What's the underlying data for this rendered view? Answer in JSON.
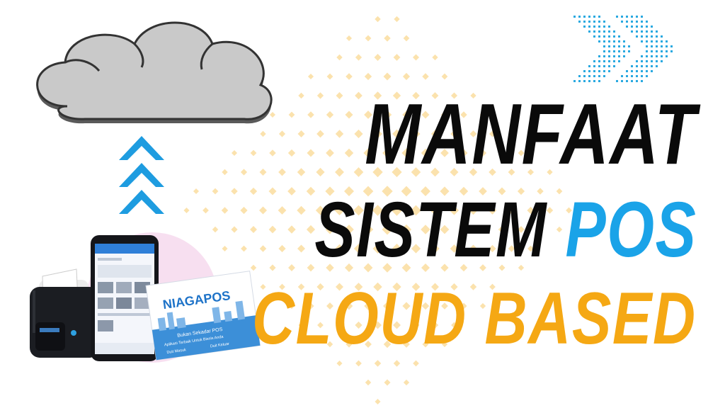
{
  "headline": {
    "line1": "MANFAAT",
    "line2_main": "SISTEM",
    "line2_accent": "POS",
    "line3": "CLOUD BASED"
  },
  "colors": {
    "dark_text": "#0a0a0a",
    "blue_accent": "#1aa3e8",
    "orange_accent": "#f5a814",
    "dot_pattern": "#fbe2ad",
    "chevron_dots": "#2aa9e0",
    "cloud_fill": "#c9c9c9",
    "cloud_outline": "#333333"
  },
  "icons": [
    "cloud-icon",
    "up-chevrons-icon",
    "dotted-forward-chevrons-icon"
  ],
  "device": {
    "brand_card": "NIAGAPOS",
    "card_tagline": "Bukan Sekadar POS",
    "card_subtitle": "Aplikasi Terbaik Untuk Bisnis Anda",
    "card_badges": [
      "Duit Masuk",
      "Duit Keluar"
    ]
  }
}
